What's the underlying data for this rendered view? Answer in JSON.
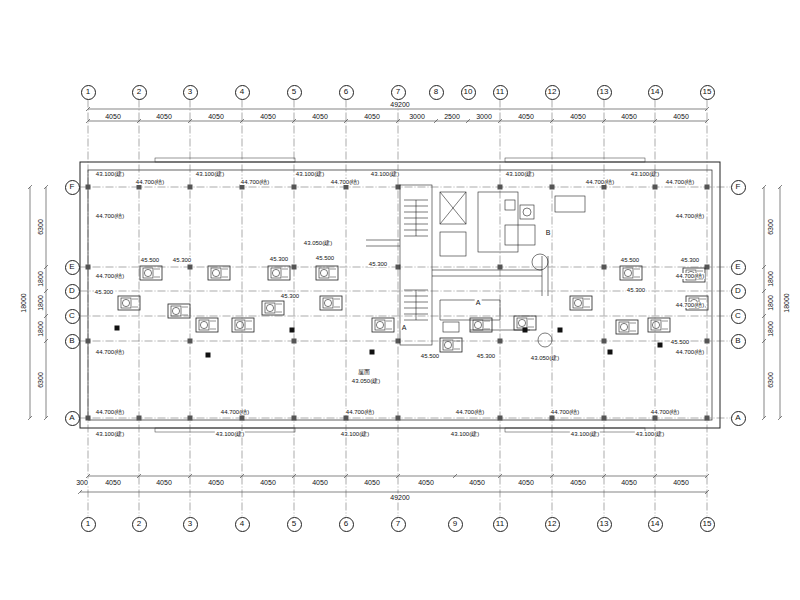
{
  "diagram": {
    "nodes": [
      {
        "text": [
          "1"
        ]
      },
      {
        "text": [
          "2"
        ]
      },
      {
        "text": [
          "3"
        ]
      },
      {
        "text": [
          "4"
        ]
      },
      {
        "text": [
          "5"
        ]
      },
      {
        "text": [
          "6"
        ]
      },
      {
        "text": [
          "7"
        ]
      },
      {
        "text": [
          "8"
        ]
      },
      {
        "text": [
          "10"
        ]
      },
      {
        "text": [
          "11"
        ]
      },
      {
        "text": [
          "12"
        ]
      },
      {
        "text": [
          "13"
        ]
      },
      {
        "text": [
          "14"
        ]
      },
      {
        "text": [
          "15"
        ]
      },
      {
        "text": [
          "F"
        ]
      },
      {
        "text": [
          "E"
        ]
      },
      {
        "text": [
          "D"
        ]
      },
      {
        "text": [
          "C"
        ]
      },
      {
        "text": [
          "B"
        ]
      },
      {
        "text": [
          "A"
        ]
      },
      {
        "text": [
          "F"
        ]
      },
      {
        "text": [
          "E"
        ]
      },
      {
        "text": [
          "D"
        ]
      },
      {
        "text": [
          "C"
        ]
      },
      {
        "text": [
          "B"
        ]
      },
      {
        "text": [
          "A"
        ]
      },
      {
        "text": [
          "1"
        ]
      },
      {
        "text": [
          "2"
        ]
      },
      {
        "text": [
          "3"
        ]
      },
      {
        "text": [
          "4"
        ]
      },
      {
        "text": [
          "5"
        ]
      },
      {
        "text": [
          "6"
        ]
      },
      {
        "text": [
          "7"
        ]
      },
      {
        "text": [
          "9"
        ]
      },
      {
        "text": [
          "11"
        ]
      },
      {
        "text": [
          "12"
        ]
      },
      {
        "text": [
          "13"
        ]
      },
      {
        "text": [
          "14"
        ]
      },
      {
        "text": [
          "15"
        ]
      }
    ],
    "edges": [
      {
        "from": 0,
        "to": 26,
        "arrow": "none"
      },
      {
        "from": 1,
        "to": 27,
        "arrow": "none"
      },
      {
        "from": 2,
        "to": 28,
        "arrow": "none"
      },
      {
        "from": 3,
        "to": 29,
        "arrow": "none"
      },
      {
        "from": 4,
        "to": 30,
        "arrow": "none"
      },
      {
        "from": 5,
        "to": 31,
        "arrow": "none"
      },
      {
        "from": 6,
        "to": 32,
        "arrow": "none"
      },
      {
        "from": 9,
        "to": 34,
        "arrow": "none"
      },
      {
        "from": 10,
        "to": 35,
        "arrow": "none"
      },
      {
        "from": 11,
        "to": 36,
        "arrow": "none"
      },
      {
        "from": 12,
        "to": 37,
        "arrow": "none"
      },
      {
        "from": 13,
        "to": 38,
        "arrow": "none"
      },
      {
        "from": 14,
        "to": 20,
        "arrow": "none"
      },
      {
        "from": 15,
        "to": 21,
        "arrow": "none"
      },
      {
        "from": 16,
        "to": 22,
        "arrow": "none"
      },
      {
        "from": 17,
        "to": 23,
        "arrow": "none"
      },
      {
        "from": 18,
        "to": 24,
        "arrow": "none"
      },
      {
        "from": 19,
        "to": 25,
        "arrow": "none"
      }
    ],
    "labels": [
      "49200",
      "4050",
      "4050",
      "4050",
      "4050",
      "4050",
      "4050",
      "3000",
      "2500",
      "3000",
      "4050",
      "4050",
      "4050",
      "4050",
      "49200",
      "300",
      "4050",
      "4050",
      "4050",
      "4050",
      "4050",
      "4050",
      "4050",
      "4050",
      "4050",
      "4050",
      "4050",
      "4050",
      "6300",
      "1800",
      "1800",
      "1800",
      "6300",
      "18000",
      "6300",
      "1800",
      "1800",
      "1800",
      "6300",
      "18000",
      "43.100(建)",
      "43.100(建)",
      "43.100(建)",
      "43.100(建)",
      "43.100(建)",
      "43.100(建)",
      "44.700(结)",
      "44.700(结)",
      "44.700(结)",
      "44.700(结)",
      "44.700(结)",
      "44.700(结)",
      "44.700(结)",
      "44.700(结)",
      "44.700(结)",
      "44.700(结)",
      "44.700(结)",
      "43.100(建)",
      "43.100(建)",
      "43.100(建)",
      "43.100(建)",
      "43.100(建)",
      "43.100(建)",
      "44.700(结)",
      "44.700(结)",
      "44.700(结)",
      "44.700(结)",
      "44.700(结)",
      "44.700(结)",
      "44.700(结)",
      "45.500",
      "45.300",
      "45.300",
      "45.500",
      "45.300",
      "45.300",
      "45.300",
      "45.500",
      "45.300",
      "45.500",
      "45.300",
      "45.300",
      "45.500",
      "43.050(建)",
      "43.050(建)",
      "屋面",
      "43.050(建)",
      "A",
      "B",
      "A"
    ]
  }
}
